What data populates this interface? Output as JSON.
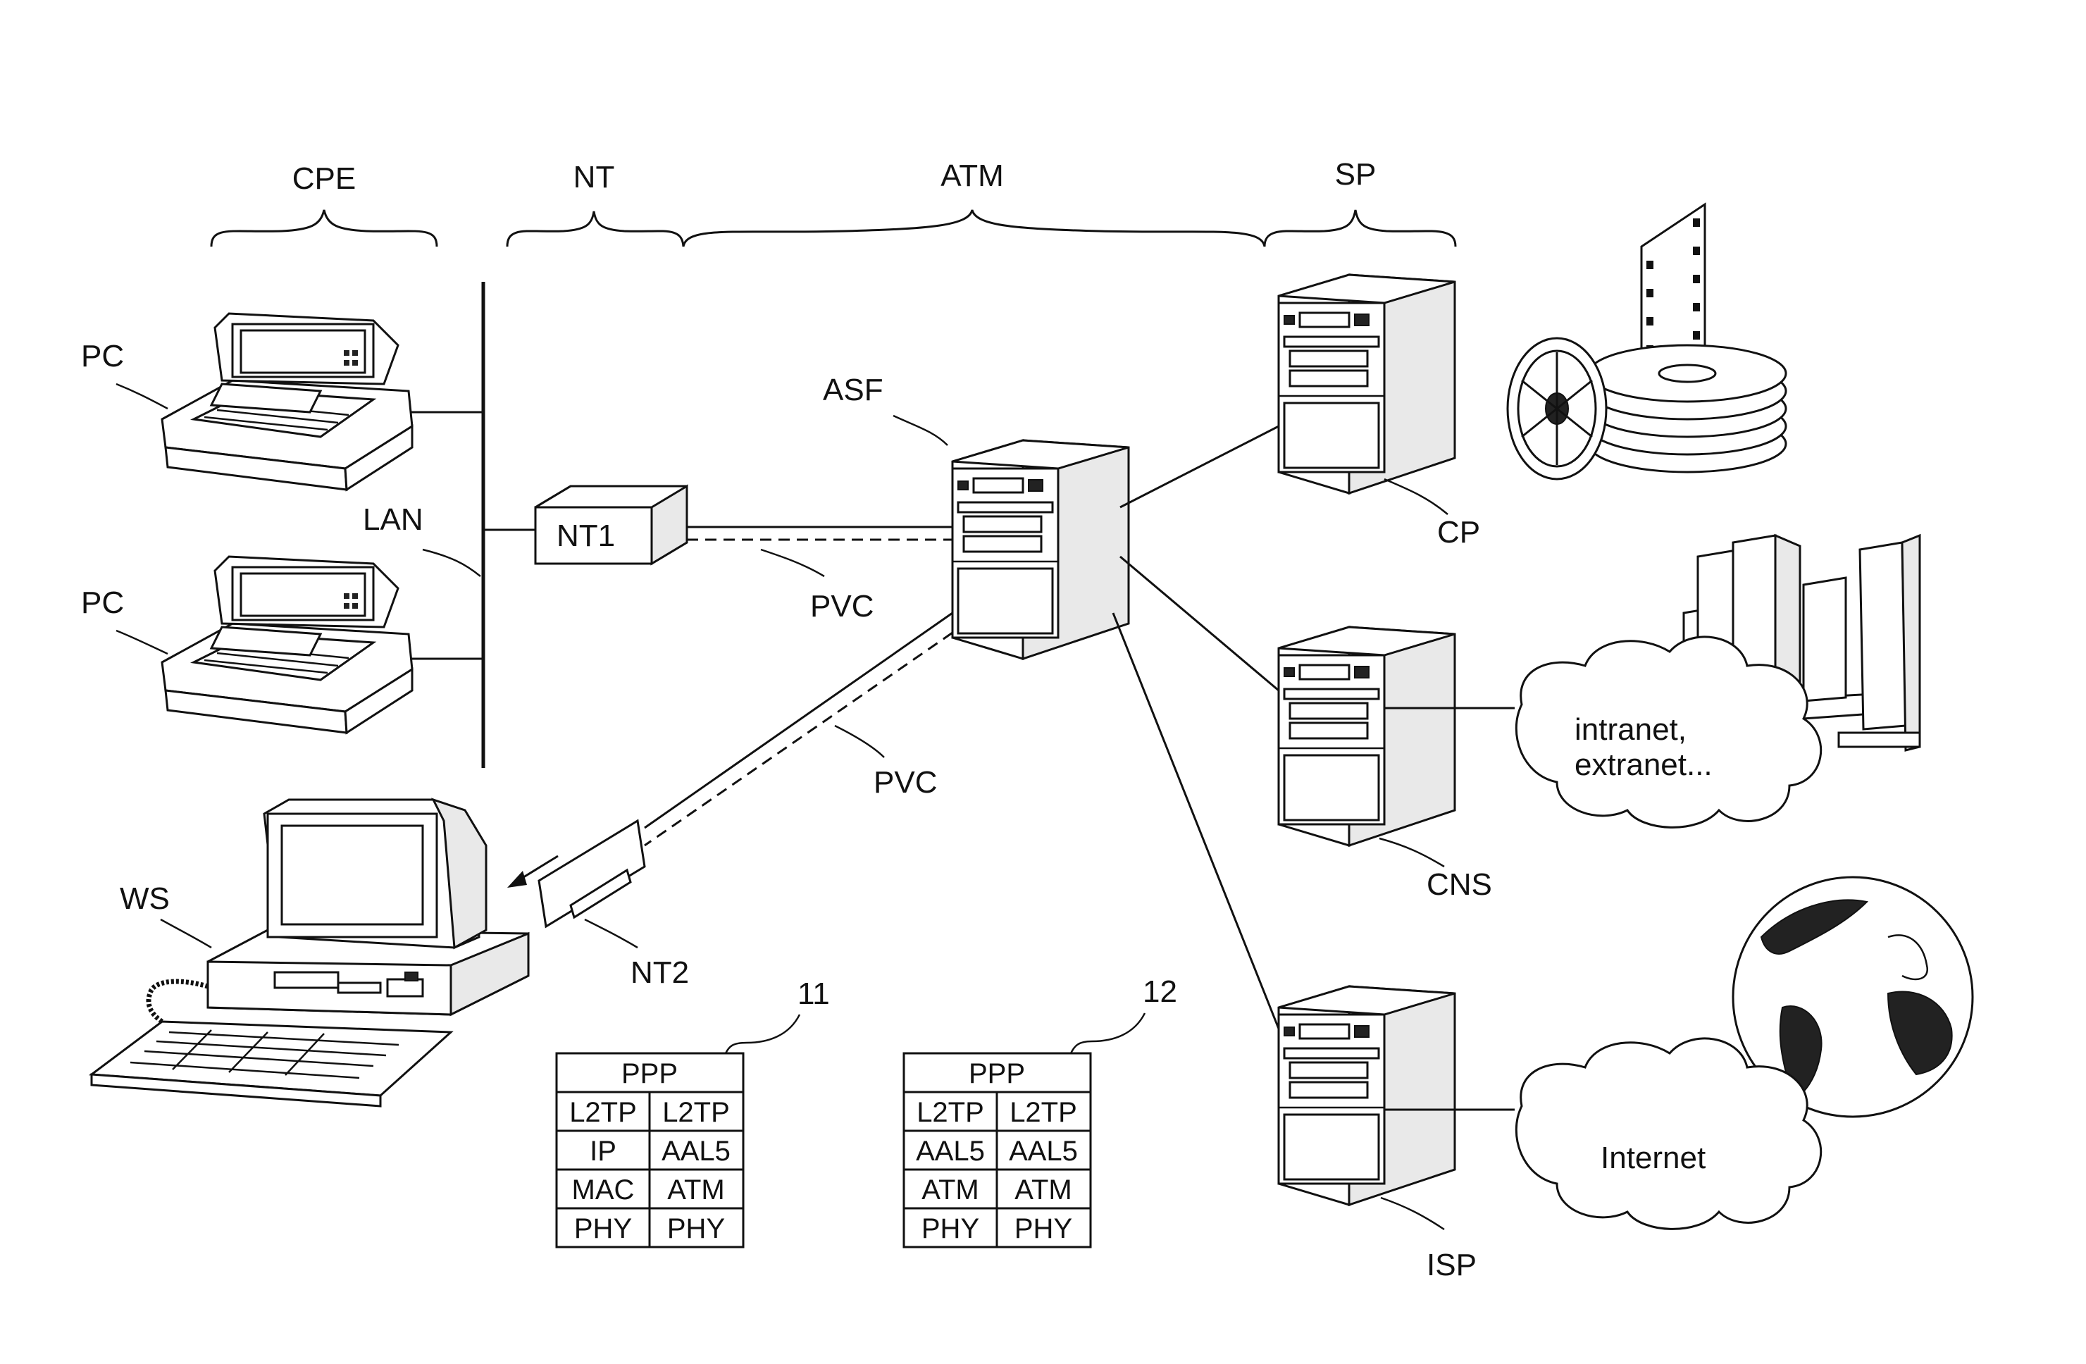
{
  "groups": {
    "cpe": "CPE",
    "nt": "NT",
    "atm": "ATM",
    "sp": "SP"
  },
  "nodes": {
    "pc1": "PC",
    "pc2": "PC",
    "lan": "LAN",
    "nt1": "NT1",
    "asf": "ASF",
    "pvc1": "PVC",
    "pvc2": "PVC",
    "ws": "WS",
    "nt2": "NT2",
    "cp": "CP",
    "cns": "CNS",
    "isp": "ISP",
    "intranet_line1": "intranet,",
    "intranet_line2": "extranet...",
    "internet": "Internet"
  },
  "stacks": {
    "stack11": {
      "ref": "11",
      "header": "PPP",
      "rows": [
        [
          "L2TP",
          "L2TP"
        ],
        [
          "IP",
          "AAL5"
        ],
        [
          "MAC",
          "ATM"
        ],
        [
          "PHY",
          "PHY"
        ]
      ]
    },
    "stack12": {
      "ref": "12",
      "header": "PPP",
      "rows": [
        [
          "L2TP",
          "L2TP"
        ],
        [
          "AAL5",
          "AAL5"
        ],
        [
          "ATM",
          "ATM"
        ],
        [
          "PHY",
          "PHY"
        ]
      ]
    }
  }
}
